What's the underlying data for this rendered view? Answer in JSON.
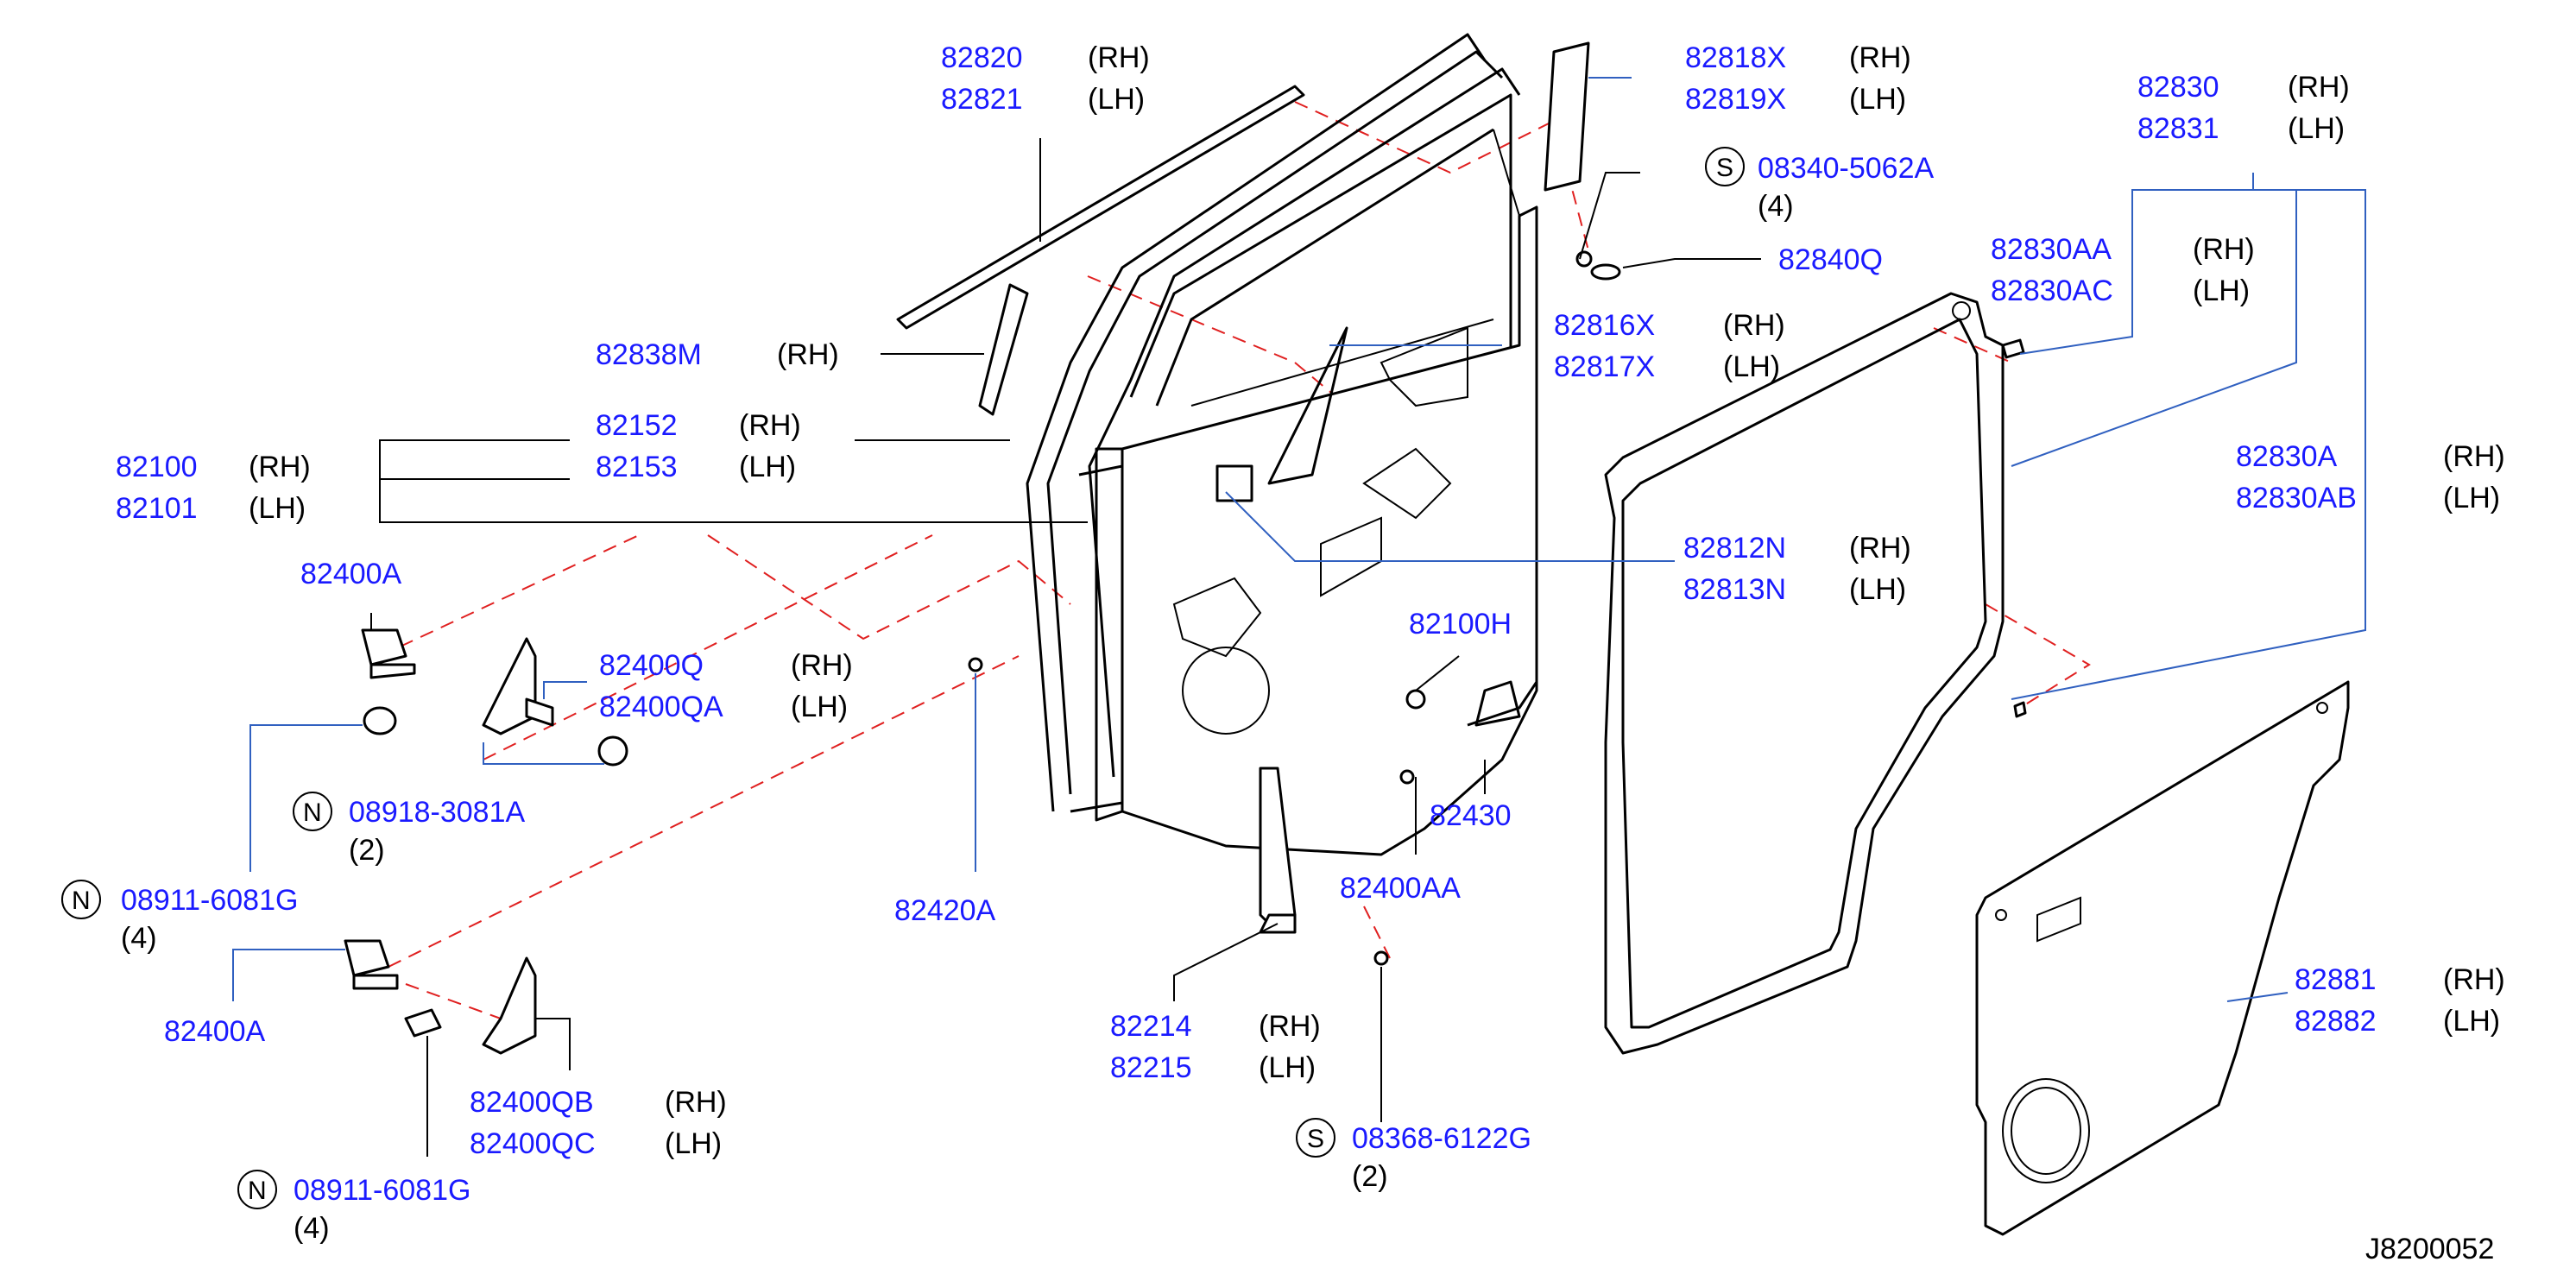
{
  "colors": {
    "part_number": "#1a1aff",
    "text": "#000000",
    "dashed_guide": "#e02020",
    "blue_leader": "#3060c0",
    "background": "#ffffff"
  },
  "parts": {
    "p82820": {
      "num": "82820",
      "side": "(RH)"
    },
    "p82821": {
      "num": "82821",
      "side": "(LH)"
    },
    "p82818X": {
      "num": "82818X",
      "side": "(RH)"
    },
    "p82819X": {
      "num": "82819X",
      "side": "(LH)"
    },
    "p08340": {
      "badge": "S",
      "num": "08340-5062A",
      "qty": "(4)"
    },
    "p82840Q": {
      "num": "82840Q"
    },
    "p82830": {
      "num": "82830",
      "side": "(RH)"
    },
    "p82831": {
      "num": "82831",
      "side": "(LH)"
    },
    "p82830AA": {
      "num": "82830AA",
      "side": "(RH)"
    },
    "p82830AC": {
      "num": "82830AC",
      "side": "(LH)"
    },
    "p82838M": {
      "num": "82838M",
      "side": "(RH)"
    },
    "p82816X": {
      "num": "82816X",
      "side": "(RH)"
    },
    "p82817X": {
      "num": "82817X",
      "side": "(LH)"
    },
    "p82152": {
      "num": "82152",
      "side": "(RH)"
    },
    "p82153": {
      "num": "82153",
      "side": "(LH)"
    },
    "p82100": {
      "num": "82100",
      "side": "(RH)"
    },
    "p82101": {
      "num": "82101",
      "side": "(LH)"
    },
    "p82830A": {
      "num": "82830A",
      "side": "(RH)"
    },
    "p82830AB": {
      "num": "82830AB",
      "side": "(LH)"
    },
    "p82812N": {
      "num": "82812N",
      "side": "(RH)"
    },
    "p82813N": {
      "num": "82813N",
      "side": "(LH)"
    },
    "p82400A_top": {
      "num": "82400A"
    },
    "p82400Q": {
      "num": "82400Q",
      "side": "(RH)"
    },
    "p82400QA": {
      "num": "82400QA",
      "side": "(LH)"
    },
    "p82100H": {
      "num": "82100H"
    },
    "p08918": {
      "badge": "N",
      "num": "08918-3081A",
      "qty": "(2)"
    },
    "p82430": {
      "num": "82430"
    },
    "p08911_top": {
      "badge": "N",
      "num": "08911-6081G",
      "qty": "(4)"
    },
    "p82420A": {
      "num": "82420A"
    },
    "p82400AA": {
      "num": "82400AA"
    },
    "p82400A_bot": {
      "num": "82400A"
    },
    "p82881": {
      "num": "82881",
      "side": "(RH)"
    },
    "p82882": {
      "num": "82882",
      "side": "(LH)"
    },
    "p82214": {
      "num": "82214",
      "side": "(RH)"
    },
    "p82215": {
      "num": "82215",
      "side": "(LH)"
    },
    "p82400QB": {
      "num": "82400QB",
      "side": "(RH)"
    },
    "p82400QC": {
      "num": "82400QC",
      "side": "(LH)"
    },
    "p08368": {
      "badge": "S",
      "num": "08368-6122G",
      "qty": "(2)"
    },
    "p08911_bot": {
      "badge": "N",
      "num": "08911-6081G",
      "qty": "(4)"
    }
  },
  "diagram_ref": "J8200052"
}
